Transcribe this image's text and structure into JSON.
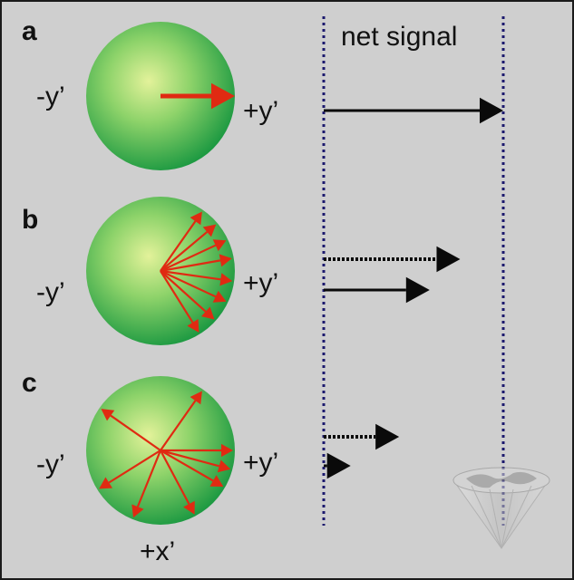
{
  "colors": {
    "background": "#cfcfcf",
    "border": "#1a1a1a",
    "sphere_center": "#e3f29a",
    "sphere_mid": "#8ed36a",
    "sphere_edge": "#1e9a42",
    "vector": "#e02a12",
    "signal": "#0a0a0a",
    "dotted_line": "#1c1a6e"
  },
  "header": {
    "title": "net signal"
  },
  "panels": [
    {
      "letter": "a",
      "left_label": "-y’",
      "right_label": "+y’",
      "vector_angles_deg": [
        0
      ],
      "signals": [
        {
          "fraction": 1.0,
          "style": "solid"
        }
      ]
    },
    {
      "letter": "b",
      "left_label": "-y’",
      "right_label": "+y’",
      "vector_angles_deg": [
        -55,
        -40,
        -25,
        -10,
        8,
        25,
        42,
        58
      ],
      "signals": [
        {
          "fraction": 0.76,
          "style": "dotted"
        },
        {
          "fraction": 0.59,
          "style": "solid"
        }
      ]
    },
    {
      "letter": "c",
      "left_label": "-y’",
      "right_label": "+y’",
      "bottom_label": "+x’",
      "vector_angles_deg": [
        0,
        -55,
        -145,
        30,
        62,
        112,
        148,
        15
      ],
      "signals": [
        {
          "fraction": 0.42,
          "style": "dotted"
        },
        {
          "fraction": 0.15,
          "style": "solid"
        }
      ]
    }
  ],
  "decoration": {
    "icon": "cone-icon"
  }
}
